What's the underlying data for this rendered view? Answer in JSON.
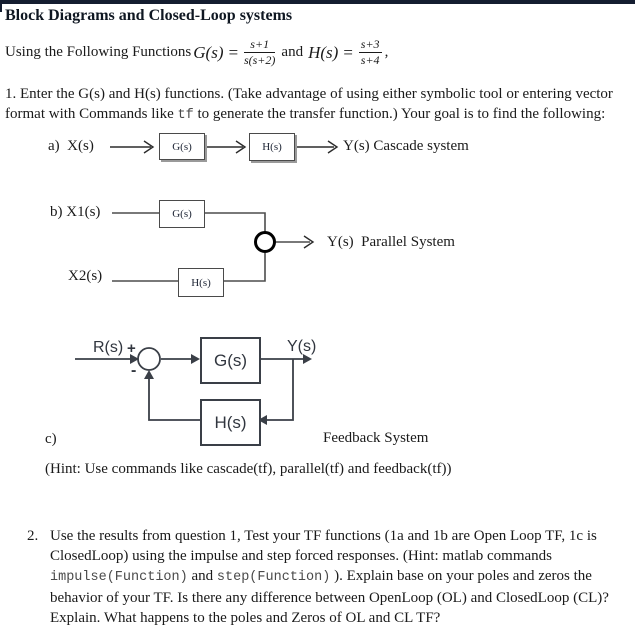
{
  "page": {
    "title": "Block Diagrams and Closed-Loop systems"
  },
  "intro": {
    "prefix": "Using the Following Functions",
    "g_label": "G(s)",
    "equals": "=",
    "g_num": "s+1",
    "g_den": "s(s+2)",
    "and_word": "and",
    "h_label": "H(s)",
    "h_num": "s+3",
    "h_den": "s+4",
    "comma": ","
  },
  "item1": {
    "text1": "1. Enter the G(s) and H(s) functions. (Take advantage of using either symbolic tool or entering vector format with Commands like ",
    "code": "tf",
    "text2": " to generate the transfer function.) Your goal is to find the following:"
  },
  "diagram_a": {
    "label": "a)  X(s)",
    "g_box": "G(s)",
    "h_box": "H(s)",
    "output": "Y(s) Cascade system"
  },
  "diagram_b": {
    "label1": "b) X1(s)",
    "label2": "X2(s)",
    "g_box": "G(s)",
    "h_box": "H(s)",
    "output": "Y(s)  Parallel System"
  },
  "diagram_c": {
    "input": "R(s)",
    "plus": "+",
    "minus": "-",
    "g_box": "G(s)",
    "h_box": "H(s)",
    "output": "Y(s)",
    "label": "c)",
    "caption": "Feedback System"
  },
  "hint": {
    "text": "(Hint: Use commands like cascade(tf), parallel(tf) and feedback(tf))"
  },
  "item2": {
    "number": "2.",
    "text1": "Use the results from question 1, Test your TF functions (1a and 1b are Open Loop TF, 1c is ClosedLoop) using the impulse and step forced responses. (Hint: matlab commands ",
    "code1": "impulse(Function)",
    "mid": "  and ",
    "code2": "step(Function)",
    "text2": " ). Explain base on your poles and zeros the behavior of your TF. Is there any difference between OpenLoop (OL) and ClosedLoop (CL)? Explain. What happens to the poles and Zeros of OL and CL TF?"
  }
}
